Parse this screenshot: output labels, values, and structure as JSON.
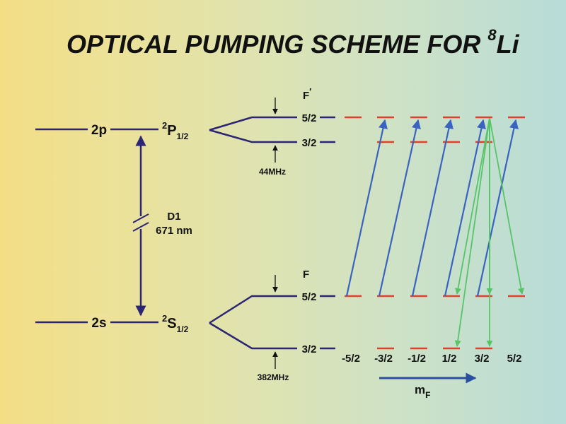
{
  "title": {
    "main": "OPTICAL PUMPING SCHEME FOR ",
    "superscript": "8",
    "element": "Li"
  },
  "levels": {
    "upper_config": "2p",
    "lower_config": "2s",
    "upper_term": {
      "sup": "2",
      "base": "P",
      "sub": "1/2"
    },
    "lower_term": {
      "sup": "2",
      "base": "S",
      "sub": "1/2"
    }
  },
  "transition": {
    "name": "D1",
    "wavelength": "671 nm"
  },
  "hyperfine": {
    "upper_header": "F",
    "upper_prime": "′",
    "upper_f_hi": "5/2",
    "upper_f_lo": "3/2",
    "upper_splitting": "44MHz",
    "lower_header": "F",
    "lower_f_hi": "5/2",
    "lower_f_lo": "3/2",
    "lower_splitting": "382MHz"
  },
  "mf_labels": [
    "-5/2",
    "-3/2",
    "-1/2",
    "1/2",
    "3/2",
    "5/2"
  ],
  "mf_axis": {
    "base": "m",
    "sub": "F"
  },
  "colors": {
    "level_line": "#2b2573",
    "sublevel": "#e0412f",
    "pump_arrow": "#3a63c0",
    "decay_arrow": "#58c46a",
    "axis_arrow": "#2b4fa0"
  }
}
